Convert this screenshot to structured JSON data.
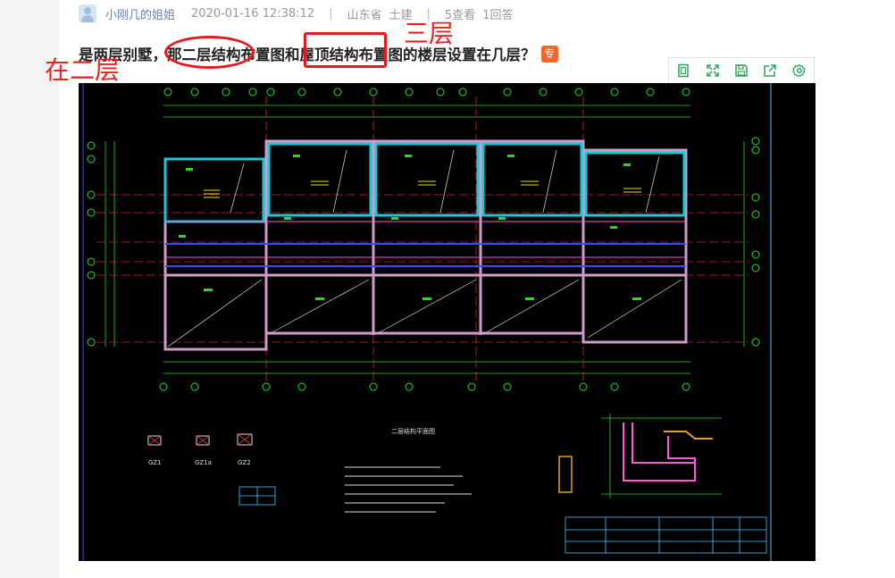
{
  "meta": {
    "author": "小刚几的姐姐",
    "datetime": "2020-01-16 12:38:12",
    "location": "山东省",
    "category": "土建",
    "views": "5查看",
    "answers": "1回答",
    "separator": "|"
  },
  "question": {
    "title": "是两层别墅，那二层结构布置图和屋顶结构布置图的楼层设置在几层？",
    "badge": "专"
  },
  "annotations": {
    "left_note": "在二层",
    "top_note": "三层"
  },
  "toolbar": {
    "icons": [
      "fit-page-icon",
      "fullscreen-icon",
      "save-icon",
      "share-icon",
      "settings-icon"
    ]
  },
  "drawing": {
    "legend_label": "二层结构平面图",
    "column_labels": [
      "GZ1",
      "GZ1a",
      "GZ2"
    ],
    "background": "#000000"
  },
  "colors": {
    "accent_red": "#e6191e",
    "badge": "#f4652a",
    "toolbar_icon": "#2ea35a",
    "cad_green": "#22dd22",
    "cad_cyan": "#18c8d8",
    "cad_pink": "#ff58d8",
    "cad_red": "#dd2222"
  }
}
